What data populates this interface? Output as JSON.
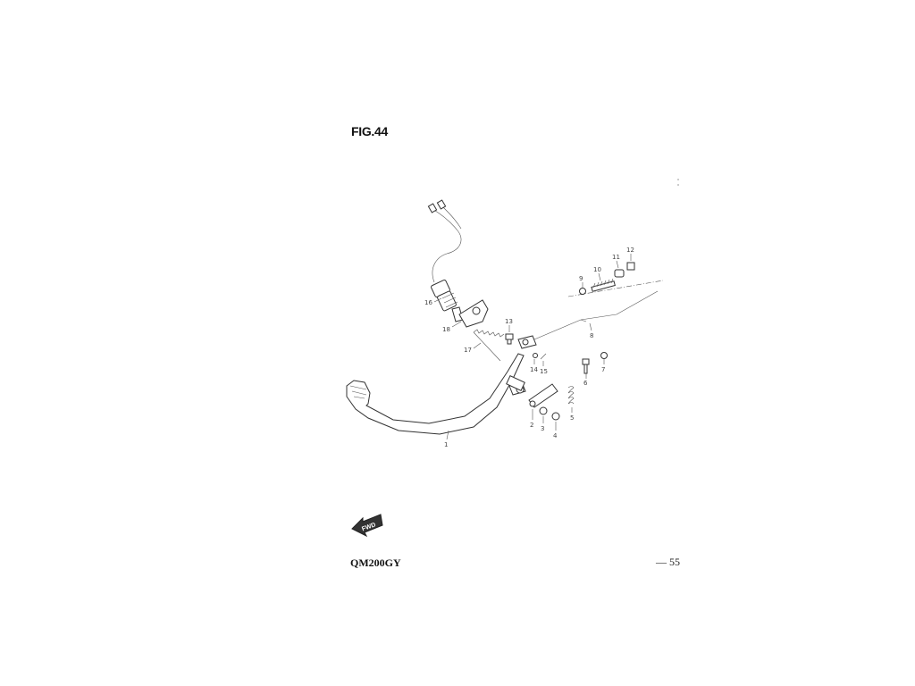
{
  "figure": {
    "title": "FIG.44",
    "model": "QM200GY",
    "page_number": "— 55"
  },
  "fwd_arrow": {
    "label": "FWD"
  },
  "callouts": [
    {
      "id": "c1",
      "text": "1"
    },
    {
      "id": "c2",
      "text": "2"
    },
    {
      "id": "c3",
      "text": "3"
    },
    {
      "id": "c4",
      "text": "4"
    },
    {
      "id": "c5",
      "text": "5"
    },
    {
      "id": "c6",
      "text": "6"
    },
    {
      "id": "c7",
      "text": "7"
    },
    {
      "id": "c8",
      "text": "8"
    },
    {
      "id": "c9",
      "text": "9"
    },
    {
      "id": "c10",
      "text": "10"
    },
    {
      "id": "c11",
      "text": "11"
    },
    {
      "id": "c12",
      "text": "12"
    },
    {
      "id": "c13",
      "text": "13"
    },
    {
      "id": "c14",
      "text": "14"
    },
    {
      "id": "c15",
      "text": "15"
    },
    {
      "id": "c16",
      "text": "16"
    },
    {
      "id": "c17",
      "text": "17"
    },
    {
      "id": "c18",
      "text": "18"
    }
  ]
}
